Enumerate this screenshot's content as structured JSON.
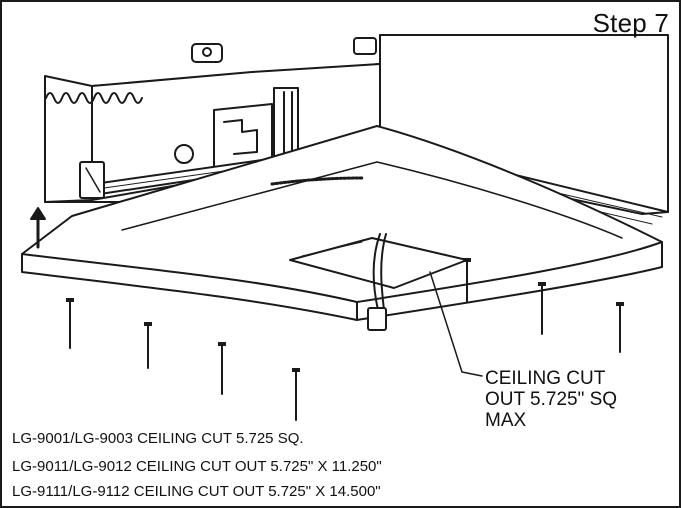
{
  "step_title": "Step 7",
  "callout": {
    "lines": [
      "CEILING CUT",
      "OUT 5.725\" SQ",
      "MAX"
    ]
  },
  "specs": [
    "LG-9001/LG-9003 CEILING CUT  5.725 SQ.",
    "LG-9011/LG-9012 CEILING CUT OUT 5.725\" X 11.250\"",
    "LG-9111/LG-9112 CEILING CUT OUT 5.725\" X 14.500\""
  ],
  "colors": {
    "line": "#1a1a1a",
    "background": "#ffffff"
  },
  "icons": [
    "up-arrow-icon",
    "screw-icon",
    "coiled-cable-icon"
  ]
}
